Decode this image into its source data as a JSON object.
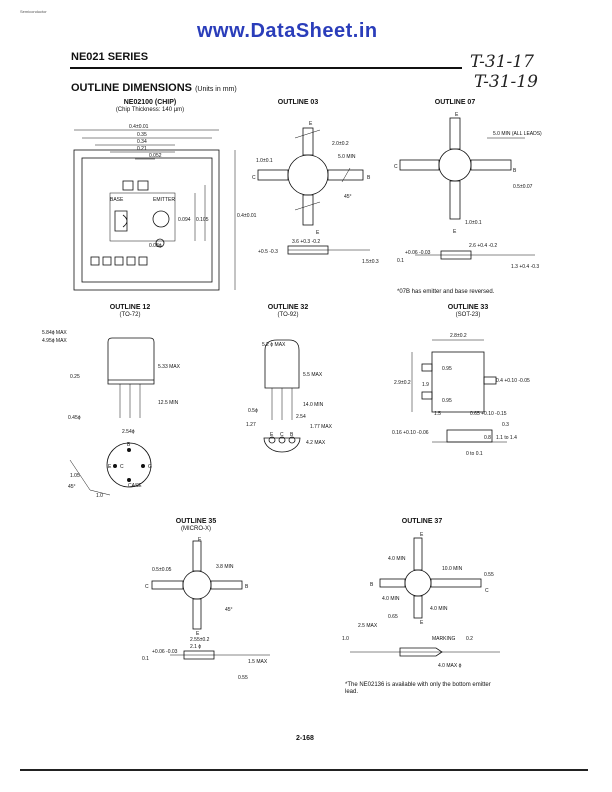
{
  "header": {
    "corner_tag": "Semiconductor",
    "watermark": "www.DataSheet.in",
    "series": "NE021 SERIES",
    "handwritten": [
      "T-31-17",
      "T-31-19"
    ]
  },
  "section": {
    "title": "OUTLINE DIMENSIONS",
    "units": "(Units in mm)"
  },
  "chip": {
    "title": "NE02100  (CHIP)",
    "subtitle": "(Chip Thickness: 140 µm)",
    "dims": [
      "0.4±0.01",
      "0.35",
      "0.34",
      "0.21",
      "0.052",
      "0.094",
      "0.105",
      "0.4±0.01",
      "0.08ϕ"
    ],
    "labels": [
      "BASE",
      "EMITTER"
    ]
  },
  "outline03": {
    "title": "OUTLINE 03",
    "dims": [
      "2.0±0.2",
      "5.0 MIN",
      "1.0±0.1",
      "45°",
      "3.6 +0.3 -0.2",
      "+0.5 -0.3",
      "1.5±0.3"
    ],
    "pins": [
      "E",
      "C",
      "B",
      "E"
    ]
  },
  "outline07": {
    "title": "OUTLINE 07",
    "dims": [
      "5.0 MIN (ALL LEADS)",
      "0.5±0.07",
      "1.0±0.1",
      "+0.06 -0.03",
      "2.6 +0.4 -0.2",
      "1.3 +0.4 -0.3",
      "0.1"
    ],
    "pins": [
      "E",
      "C",
      "B",
      "E"
    ],
    "note": "*07B has emitter and base reversed."
  },
  "outline12": {
    "title": "OUTLINE 12",
    "subtitle": "(TO-72)",
    "dims": [
      "5.84ϕ MAX",
      "4.95ϕ MAX",
      "5.33 MAX",
      "0.25",
      "12.5 MIN",
      "0.45ϕ",
      "2.54ϕ",
      "1.05",
      "1.0",
      "45°"
    ],
    "pins": [
      "B",
      "E",
      "C",
      "G",
      "CASE"
    ]
  },
  "outline32": {
    "title": "OUTLINE 32",
    "subtitle": "(TO-92)",
    "dims": [
      "5.2 ϕ MAX",
      "5.5 MAX",
      "14.0 MIN",
      "0.5ϕ",
      "2.54",
      "1.77 MAX",
      "1.27",
      "4.2 MAX"
    ],
    "pins": [
      "E",
      "C",
      "B"
    ]
  },
  "outline33": {
    "title": "OUTLINE 33",
    "subtitle": "(SOT-23)",
    "dims": [
      "2.8±0.2",
      "0.95",
      "2.9±0.2",
      "1.9",
      "0.95",
      "0.4 +0.10 -0.05",
      "0.65 +0.10 -0.15",
      "1.5",
      "0.16 +0.10 -0.06",
      "0.3",
      "0.8",
      "1.1 to 1.4",
      "0 to 0.1"
    ]
  },
  "outline35": {
    "title": "OUTLINE 35",
    "subtitle": "(MICRO-X)",
    "dims": [
      "0.5±0.05",
      "3.8 MIN",
      "45°",
      "2.55±0.2",
      "2.1 ϕ",
      "+0.06 -0.03",
      "1.5 MAX",
      "0.55",
      "0.1"
    ],
    "pins": [
      "E",
      "C",
      "B",
      "E"
    ]
  },
  "outline37": {
    "title": "OUTLINE 37",
    "dims": [
      "4.0 MIN",
      "10.0 MIN",
      "0.55",
      "4.0 MIN",
      "4.0 MIN",
      "0.65",
      "2.5 MAX",
      "1.0",
      "MARKING",
      "0.2",
      "4.0 MAX ϕ"
    ],
    "pins": [
      "E",
      "B",
      "C",
      "E"
    ],
    "note": "*The NE02136 is available with only the bottom emitter lead."
  },
  "footer": {
    "page": "2-168"
  }
}
